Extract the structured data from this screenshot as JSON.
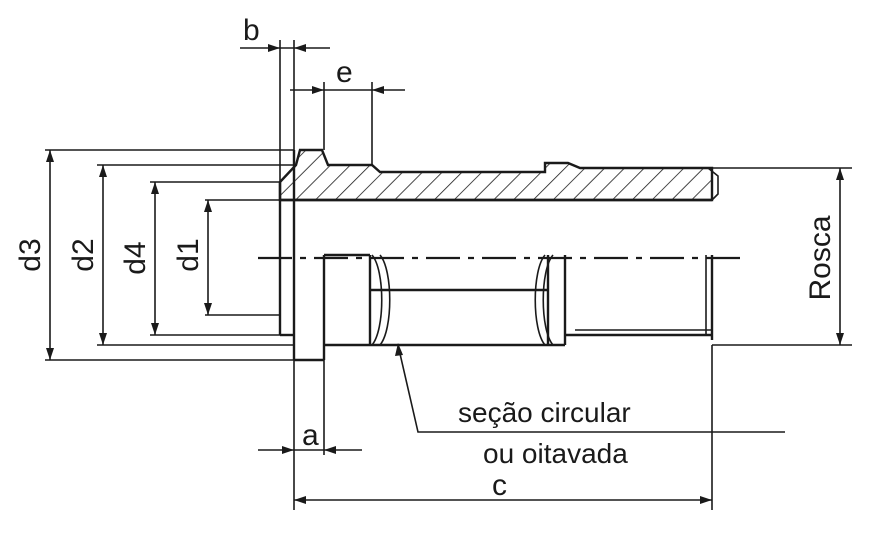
{
  "labels": {
    "b": "b",
    "e": "e",
    "d3": "d3",
    "d2": "d2",
    "d4": "d4",
    "d1": "d1",
    "rosca": "Rosca",
    "a": "a",
    "c": "c",
    "note_line1": "seção circular",
    "note_line2": "ou oitavada"
  }
}
